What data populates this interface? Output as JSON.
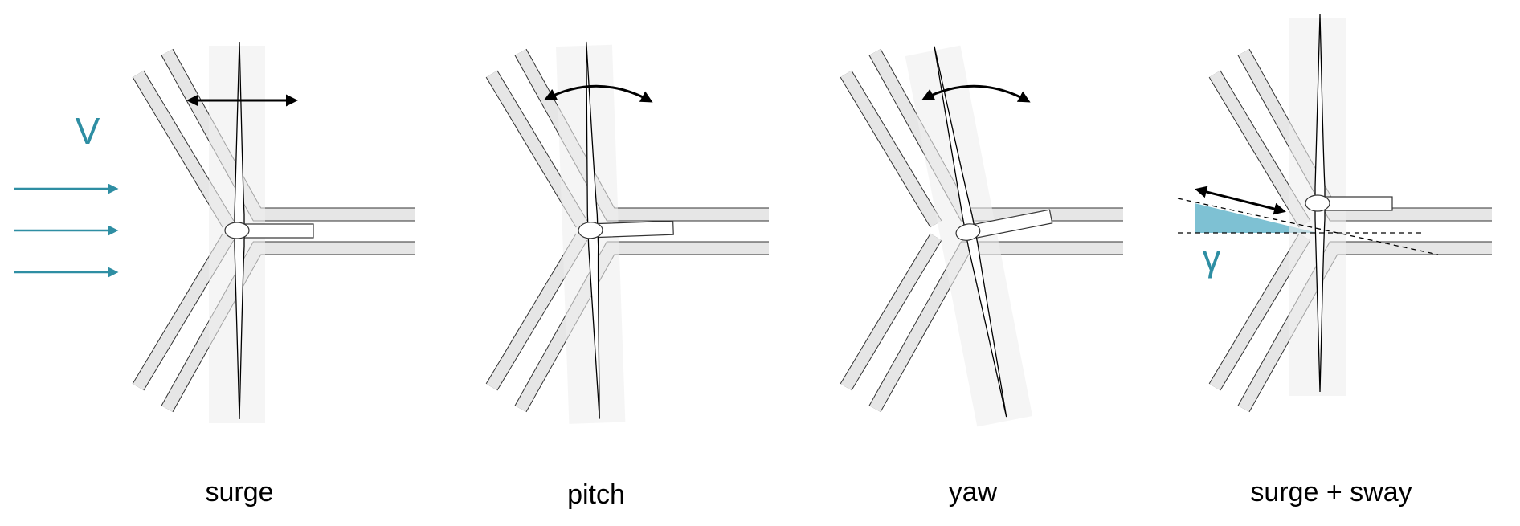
{
  "panels": [
    {
      "label": "surge",
      "motion": "surge"
    },
    {
      "label": "pitch",
      "motion": "pitch"
    },
    {
      "label": "yaw",
      "motion": "yaw"
    },
    {
      "label": "surge + sway",
      "motion": "surge-sway"
    }
  ],
  "symbols": {
    "wind_speed": "V",
    "misalignment_angle": "γ"
  },
  "colors": {
    "accent": "#2e8ea3",
    "wedge": "#7ec1d3",
    "floater_fill": "#e6e6e6",
    "outline": "#333333",
    "ghost": "#efefef"
  }
}
